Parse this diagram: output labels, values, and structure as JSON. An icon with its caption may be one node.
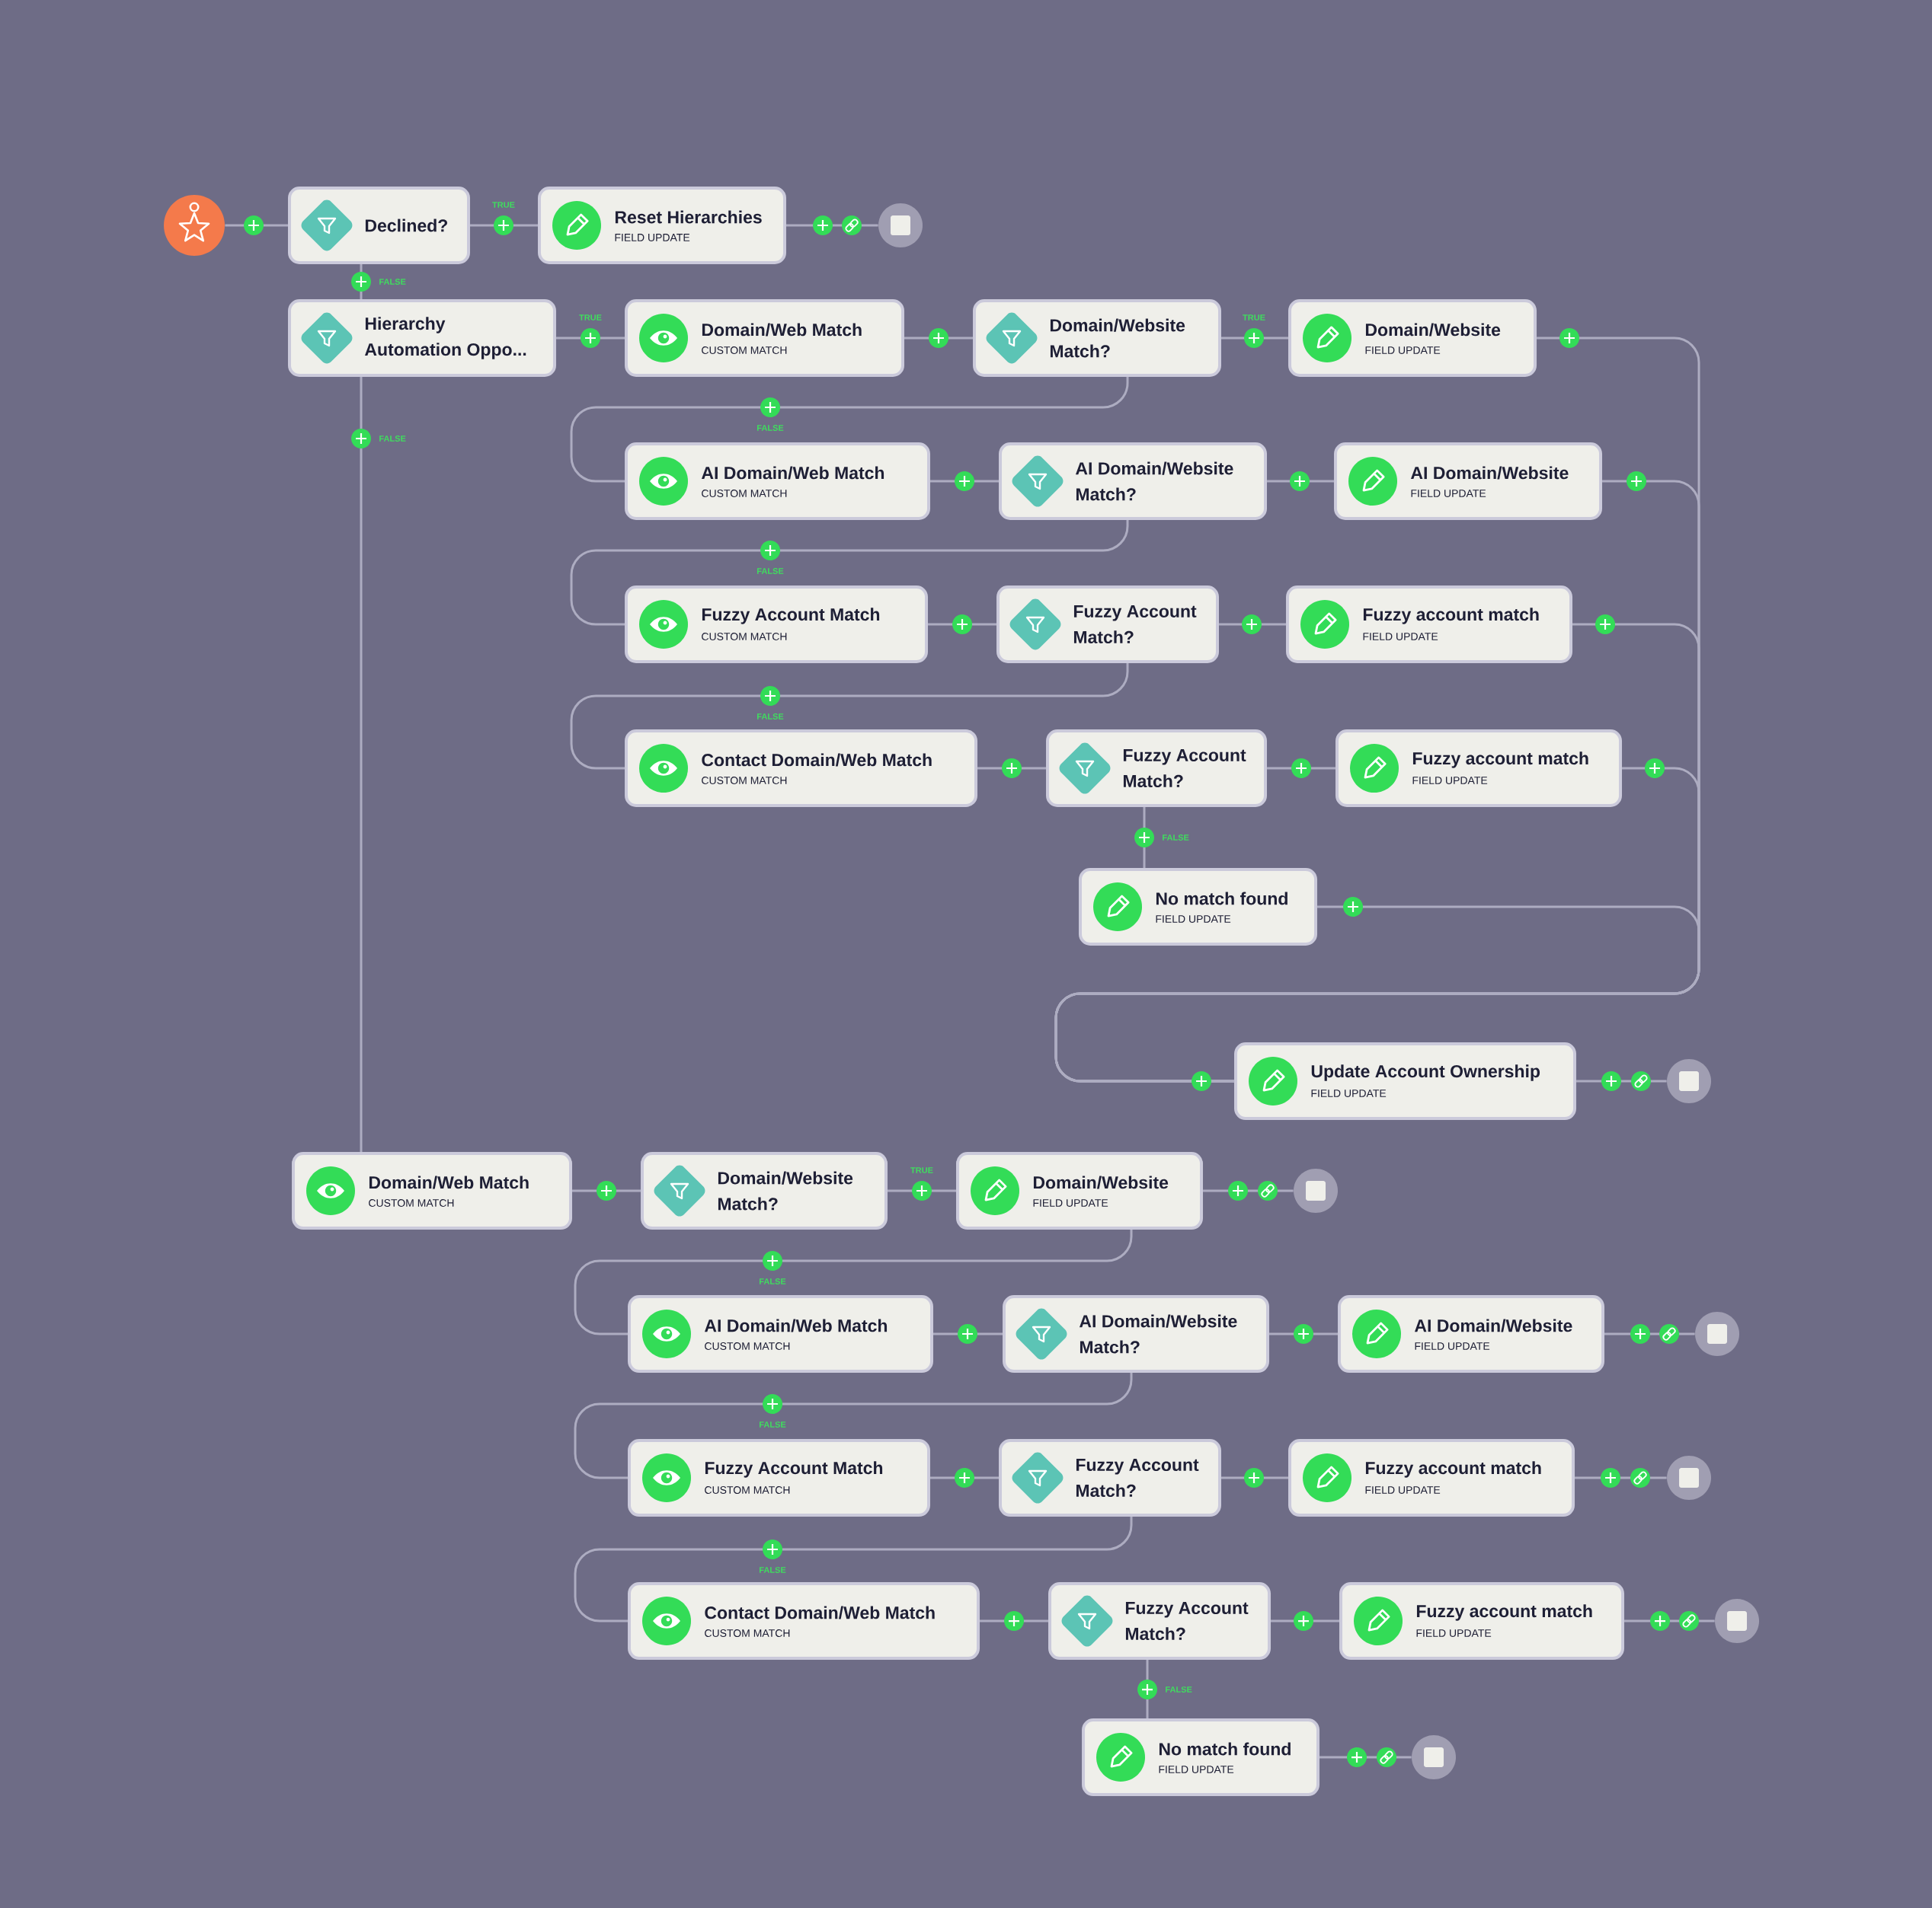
{
  "diagram": {
    "nodes": [
      {
        "text": [],
        "shape": "circle"
      },
      {
        "text": [
          "Declined?"
        ]
      },
      {
        "text": [
          "Reset Hierarchies",
          "FIELD UPDATE"
        ]
      },
      {
        "text": [],
        "shape": "circle"
      },
      {
        "text": [
          "Hierarchy Automation Oppo..."
        ]
      },
      {
        "text": [
          "Domain/Web Match",
          "CUSTOM MATCH"
        ]
      },
      {
        "text": [
          "Domain/Website Match?"
        ]
      },
      {
        "text": [
          "Domain/Website",
          "FIELD UPDATE"
        ]
      },
      {
        "text": [
          "AI Domain/Web Match",
          "CUSTOM MATCH"
        ]
      },
      {
        "text": [
          "AI Domain/Website Match?"
        ]
      },
      {
        "text": [
          "AI Domain/Website",
          "FIELD UPDATE"
        ]
      },
      {
        "text": [
          "Fuzzy Account Match",
          "CUSTOM MATCH"
        ]
      },
      {
        "text": [
          "Fuzzy Account Match?"
        ]
      },
      {
        "text": [
          "Fuzzy account match",
          "FIELD UPDATE"
        ]
      },
      {
        "text": [
          "Contact Domain/Web Match",
          "CUSTOM MATCH"
        ]
      },
      {
        "text": [
          "Fuzzy Account Match?"
        ]
      },
      {
        "text": [
          "Fuzzy account match",
          "FIELD UPDATE"
        ]
      },
      {
        "text": [
          "No match found",
          "FIELD UPDATE"
        ]
      },
      {
        "text": [
          "Update Account Ownership",
          "FIELD UPDATE"
        ]
      },
      {
        "text": [],
        "shape": "circle"
      },
      {
        "text": [
          "Domain/Web Match",
          "CUSTOM MATCH"
        ]
      },
      {
        "text": [
          "Domain/Website Match?"
        ]
      },
      {
        "text": [
          "Domain/Website",
          "FIELD UPDATE"
        ]
      },
      {
        "text": [],
        "shape": "circle"
      },
      {
        "text": [
          "AI Domain/Web Match",
          "CUSTOM MATCH"
        ]
      },
      {
        "text": [
          "AI Domain/Website Match?"
        ]
      },
      {
        "text": [
          "AI Domain/Website",
          "FIELD UPDATE"
        ]
      },
      {
        "text": [],
        "shape": "circle"
      },
      {
        "text": [
          "Fuzzy Account Match",
          "CUSTOM MATCH"
        ]
      },
      {
        "text": [
          "Fuzzy Account Match?"
        ]
      },
      {
        "text": [
          "Fuzzy account match",
          "FIELD UPDATE"
        ]
      },
      {
        "text": [],
        "shape": "circle"
      },
      {
        "text": [
          "Contact Domain/Web Match",
          "CUSTOM MATCH"
        ]
      },
      {
        "text": [
          "Fuzzy Account Match?"
        ]
      },
      {
        "text": [
          "Fuzzy account match",
          "FIELD UPDATE"
        ]
      },
      {
        "text": [],
        "shape": "circle"
      },
      {
        "text": [
          "No match found",
          "FIELD UPDATE"
        ]
      },
      {
        "text": [],
        "shape": "circle"
      }
    ],
    "edges": [
      {
        "from": 0,
        "to": 1,
        "arrow": "none"
      },
      {
        "from": 1,
        "to": 2,
        "arrow": "none",
        "label": "TRUE"
      },
      {
        "from": 2,
        "to": 3,
        "arrow": "none"
      },
      {
        "from": 1,
        "to": 4,
        "arrow": "none",
        "label": "FALSE"
      },
      {
        "from": 4,
        "to": 5,
        "arrow": "none",
        "label": "TRUE"
      },
      {
        "from": 5,
        "to": 6,
        "arrow": "none"
      },
      {
        "from": 6,
        "to": 7,
        "arrow": "none",
        "label": "TRUE"
      },
      {
        "from": 7,
        "to": 18,
        "arrow": "none"
      },
      {
        "from": 6,
        "to": 8,
        "arrow": "none",
        "label": "FALSE"
      },
      {
        "from": 8,
        "to": 9,
        "arrow": "none"
      },
      {
        "from": 9,
        "to": 10,
        "arrow": "none"
      },
      {
        "from": 10,
        "to": 18,
        "arrow": "none"
      },
      {
        "from": 9,
        "to": 11,
        "arrow": "none",
        "label": "FALSE"
      },
      {
        "from": 11,
        "to": 12,
        "arrow": "none"
      },
      {
        "from": 12,
        "to": 13,
        "arrow": "none"
      },
      {
        "from": 13,
        "to": 18,
        "arrow": "none"
      },
      {
        "from": 12,
        "to": 14,
        "arrow": "none",
        "label": "FALSE"
      },
      {
        "from": 14,
        "to": 15,
        "arrow": "none"
      },
      {
        "from": 15,
        "to": 16,
        "arrow": "none"
      },
      {
        "from": 16,
        "to": 18,
        "arrow": "none"
      },
      {
        "from": 15,
        "to": 17,
        "arrow": "none",
        "label": "FALSE"
      },
      {
        "from": 17,
        "to": 18,
        "arrow": "none"
      },
      {
        "from": 18,
        "to": 19,
        "arrow": "none"
      },
      {
        "from": 4,
        "to": 20,
        "arrow": "none",
        "label": "FALSE"
      },
      {
        "from": 20,
        "to": 21,
        "arrow": "none"
      },
      {
        "from": 21,
        "to": 22,
        "arrow": "none",
        "label": "TRUE"
      },
      {
        "from": 22,
        "to": 23,
        "arrow": "none"
      },
      {
        "from": 22,
        "to": 24,
        "arrow": "none",
        "label": "FALSE"
      },
      {
        "from": 24,
        "to": 25,
        "arrow": "none"
      },
      {
        "from": 25,
        "to": 26,
        "arrow": "none"
      },
      {
        "from": 26,
        "to": 27,
        "arrow": "none"
      },
      {
        "from": 25,
        "to": 28,
        "arrow": "none",
        "label": "FALSE"
      },
      {
        "from": 28,
        "to": 29,
        "arrow": "none"
      },
      {
        "from": 29,
        "to": 30,
        "arrow": "none"
      },
      {
        "from": 30,
        "to": 31,
        "arrow": "none"
      },
      {
        "from": 29,
        "to": 32,
        "arrow": "none",
        "label": "FALSE"
      },
      {
        "from": 32,
        "to": 33,
        "arrow": "none"
      },
      {
        "from": 33,
        "to": 34,
        "arrow": "none"
      },
      {
        "from": 34,
        "to": 35,
        "arrow": "none"
      },
      {
        "from": 33,
        "to": 36,
        "arrow": "none",
        "label": "FALSE"
      },
      {
        "from": 36,
        "to": 37,
        "arrow": "none"
      }
    ]
  }
}
